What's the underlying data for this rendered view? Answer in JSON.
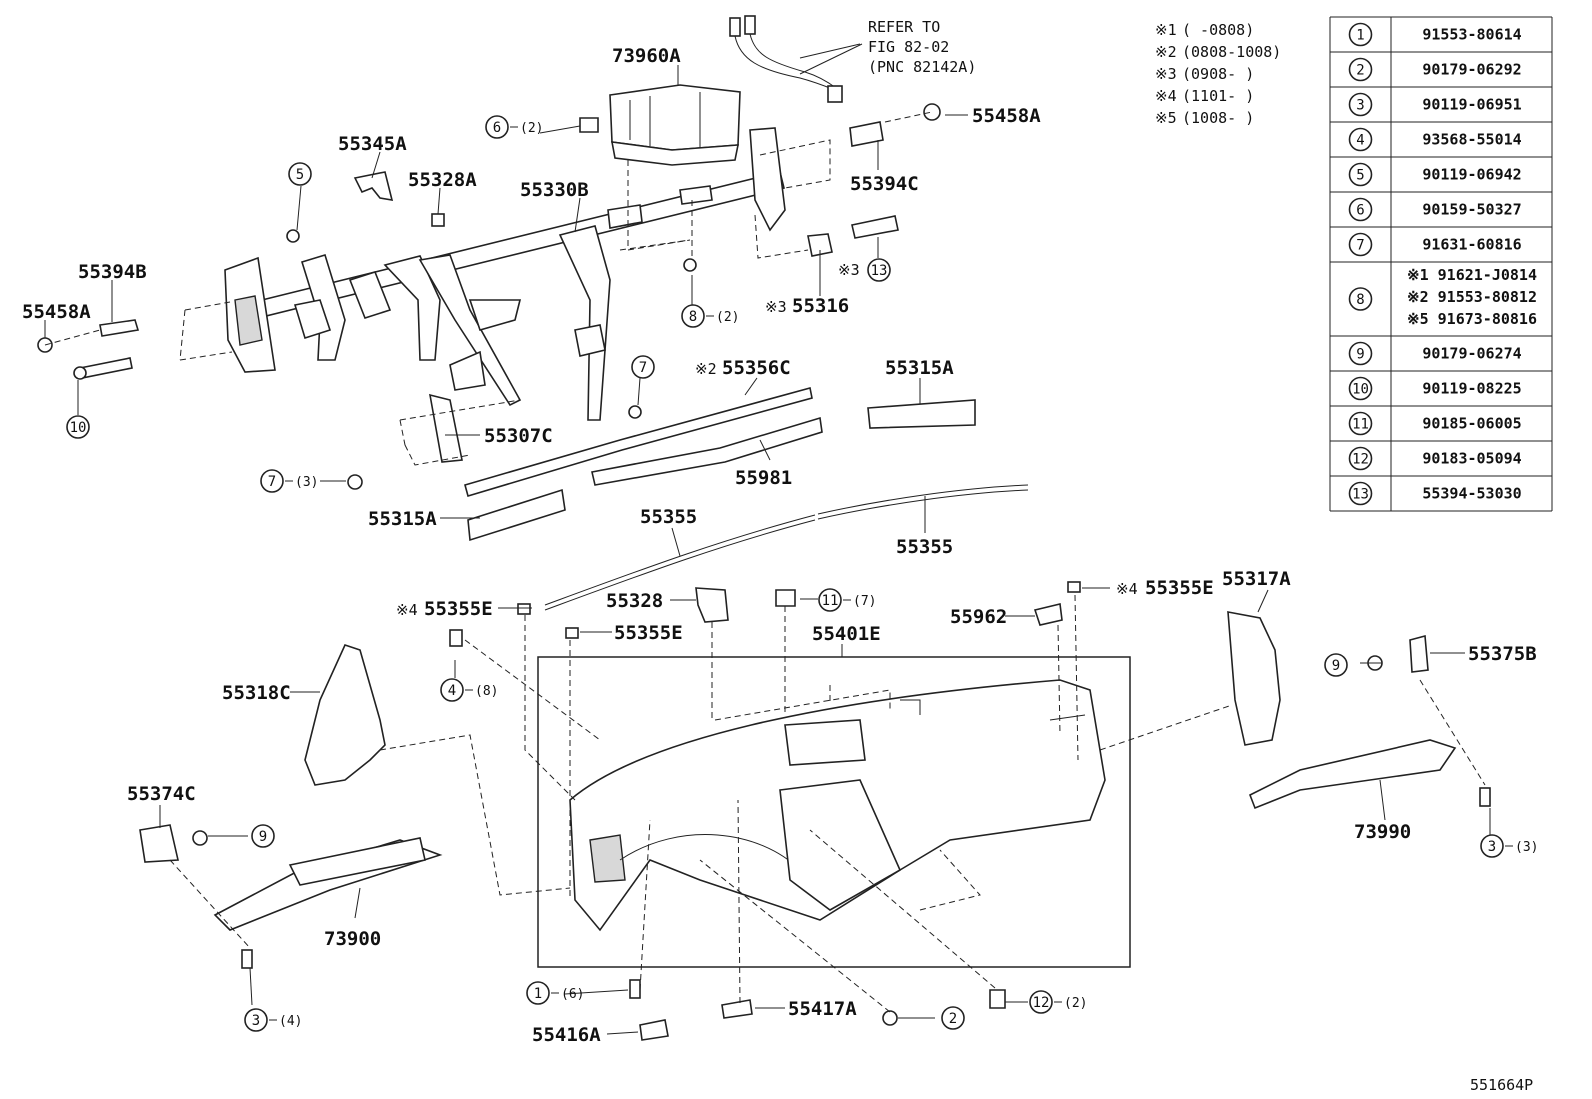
{
  "diagram": {
    "page_code": "551664P",
    "reference_note": [
      "REFER TO",
      "FIG 82-02",
      "(PNC 82142A)"
    ],
    "date_notes": [
      {
        "mark": "※1",
        "range": "(      -0808)"
      },
      {
        "mark": "※2",
        "range": "(0808-1008)"
      },
      {
        "mark": "※3",
        "range": "(0908-      )"
      },
      {
        "mark": "※4",
        "range": "(1101-      )"
      },
      {
        "mark": "※5",
        "range": "(1008-      )"
      }
    ],
    "parts_table": [
      {
        "num": "1",
        "parts": [
          "91553-80614"
        ]
      },
      {
        "num": "2",
        "parts": [
          "90179-06292"
        ]
      },
      {
        "num": "3",
        "parts": [
          "90119-06951"
        ]
      },
      {
        "num": "4",
        "parts": [
          "93568-55014"
        ]
      },
      {
        "num": "5",
        "parts": [
          "90119-06942"
        ]
      },
      {
        "num": "6",
        "parts": [
          "90159-50327"
        ]
      },
      {
        "num": "7",
        "parts": [
          "91631-60816"
        ]
      },
      {
        "num": "8",
        "parts": [
          "※1 91621-J0814",
          "※2 91553-80812",
          "※5 91673-80816"
        ]
      },
      {
        "num": "9",
        "parts": [
          "90179-06274"
        ]
      },
      {
        "num": "10",
        "parts": [
          "90119-08225"
        ]
      },
      {
        "num": "11",
        "parts": [
          "90185-06005"
        ]
      },
      {
        "num": "12",
        "parts": [
          "90183-05094"
        ]
      },
      {
        "num": "13",
        "parts": [
          "55394-53030"
        ]
      }
    ],
    "labels": [
      "73960A",
      "55458A",
      "55394C",
      "55345A",
      "55328A",
      "55330B",
      "55394B",
      "55458A",
      "※3",
      "55316",
      "※2",
      "55356C",
      "55315A",
      "55307C",
      "55981",
      "55315A",
      "55355",
      "55355",
      "※4",
      "55355E",
      "55328",
      "55355E",
      "55401E",
      "55962",
      "※4",
      "55355E",
      "55317A",
      "55375B",
      "55318C",
      "55374C",
      "73900",
      "73990",
      "55417A",
      "55416A",
      "※3"
    ],
    "callouts": [
      {
        "num": "6",
        "qty": "(2)"
      },
      {
        "num": "5",
        "qty": ""
      },
      {
        "num": "13",
        "qty": ""
      },
      {
        "num": "8",
        "qty": "(2)"
      },
      {
        "num": "10",
        "qty": ""
      },
      {
        "num": "7",
        "qty": ""
      },
      {
        "num": "7",
        "qty": "(3)"
      },
      {
        "num": "11",
        "qty": "(7)"
      },
      {
        "num": "4",
        "qty": "(8)"
      },
      {
        "num": "9",
        "qty": ""
      },
      {
        "num": "9",
        "qty": ""
      },
      {
        "num": "3",
        "qty": "(3)"
      },
      {
        "num": "3",
        "qty": "(4)"
      },
      {
        "num": "1",
        "qty": "(6)"
      },
      {
        "num": "2",
        "qty": ""
      },
      {
        "num": "12",
        "qty": "(2)"
      }
    ]
  }
}
